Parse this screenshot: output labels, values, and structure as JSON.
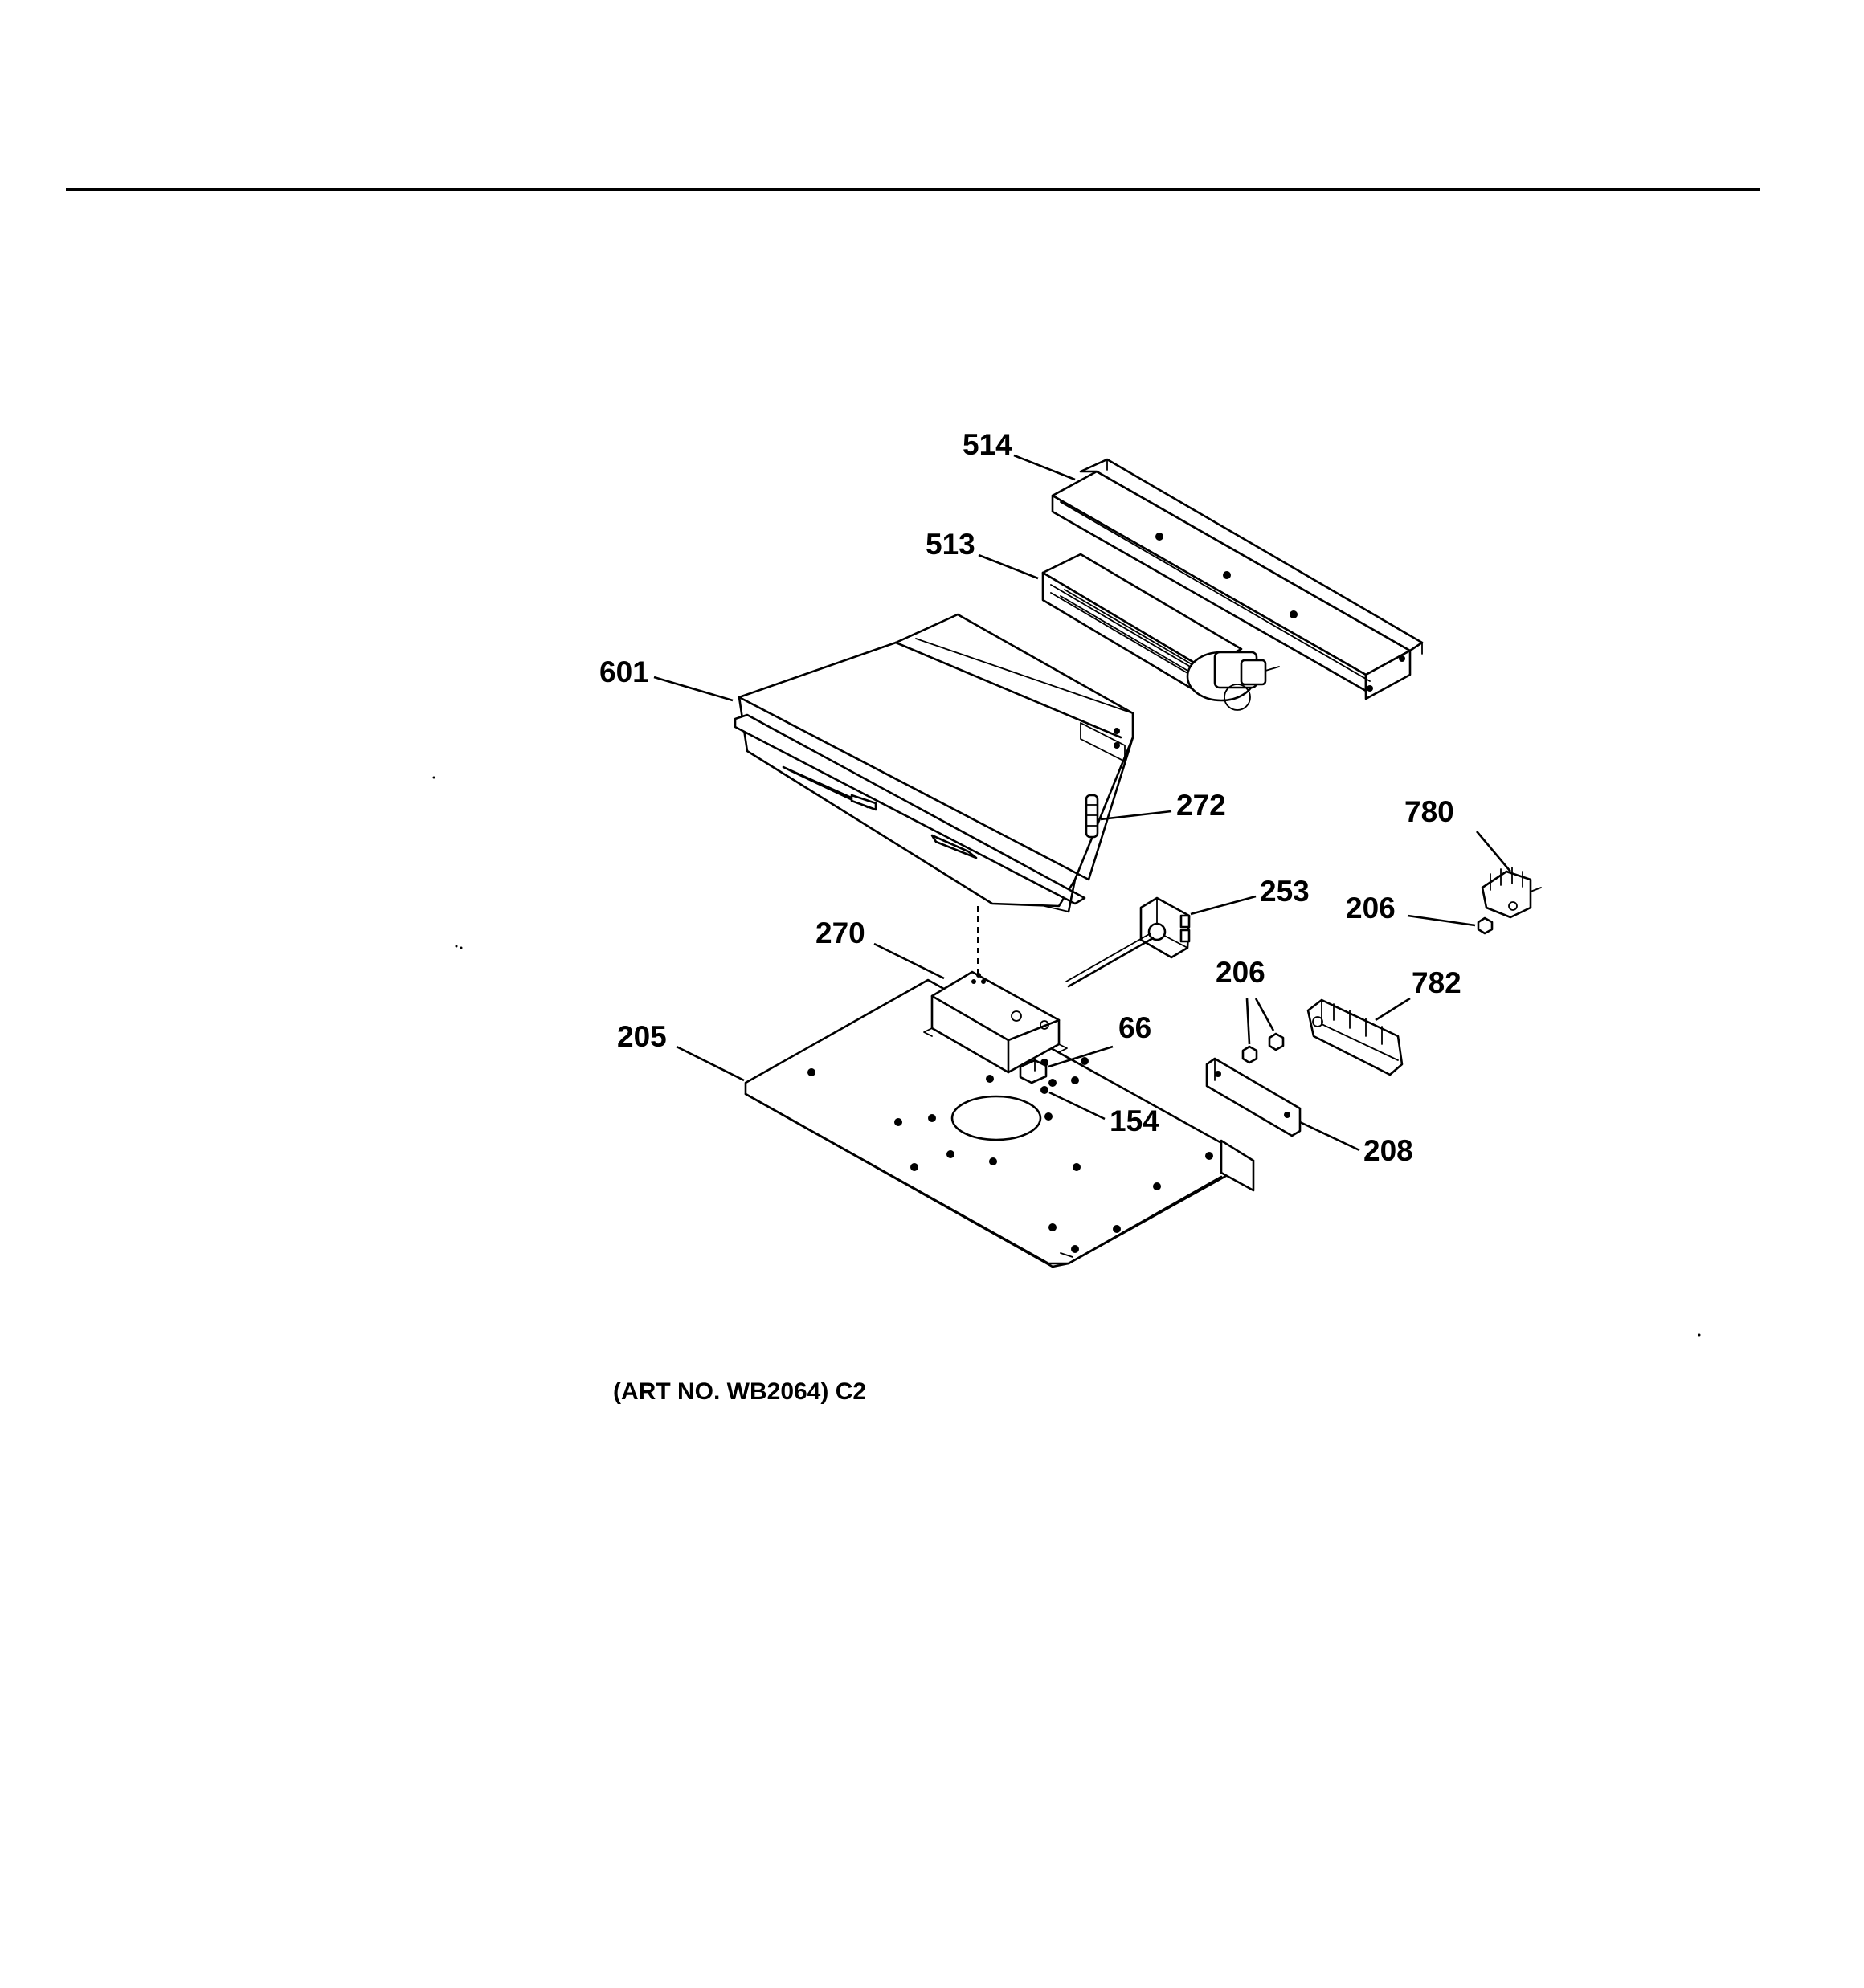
{
  "figure": {
    "caption": "(ART NO. WB2064) C2",
    "part_labels": {
      "p514": "514",
      "p513": "513",
      "p601": "601",
      "p272": "272",
      "p780": "780",
      "p253": "253",
      "p206a": "206",
      "p270": "270",
      "p206b": "206",
      "p782": "782",
      "p205": "205",
      "p66": "66",
      "p154": "154",
      "p208": "208"
    }
  }
}
